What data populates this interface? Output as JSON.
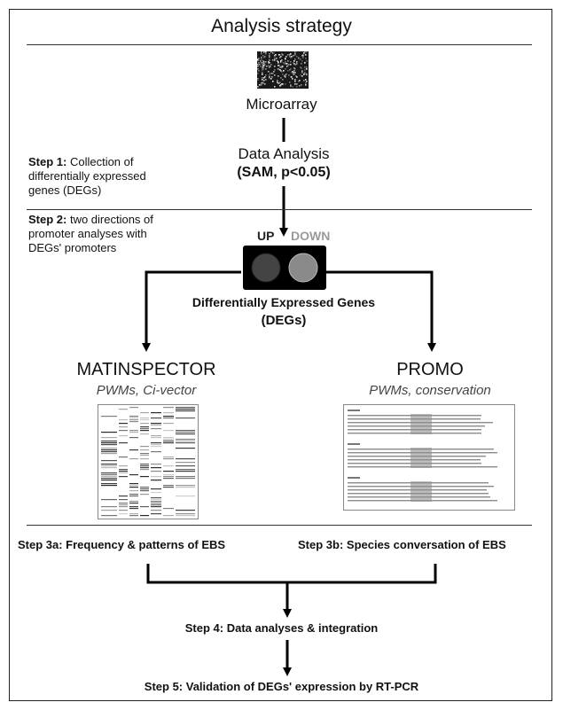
{
  "title": "Analysis strategy",
  "microarray": {
    "label": "Microarray"
  },
  "data_analysis": {
    "label": "Data Analysis",
    "method": "(SAM, p<0.05)"
  },
  "step1": {
    "prefix": "Step 1:",
    "text_line1": " Collection of",
    "text_line2": "differentially expressed",
    "text_line3": "genes (DEGs)"
  },
  "step2": {
    "prefix": "Step 2:",
    "text_line1": " two directions of",
    "text_line2": "promoter analyses with",
    "text_line3": "DEGs' promoters"
  },
  "degs": {
    "up_label": "UP",
    "down_label": "DOWN",
    "caption_line1": "Differentially Expressed Genes",
    "caption_line2": "(DEGs)"
  },
  "left_tool": {
    "name": "MATINSPECTOR",
    "subtitle": "PWMs, Ci-vector"
  },
  "right_tool": {
    "name": "PROMO",
    "subtitle": "PWMs, conservation"
  },
  "step3a": "Step 3a: Frequency & patterns of EBS",
  "step3b": "Step 3b: Species conversation of EBS",
  "step4": "Step 4: Data analyses & integration",
  "step5": "Step 5: Validation of DEGs' expression by RT-PCR",
  "colors": {
    "up_circle": "#444444",
    "down_circle": "#8a8a8a",
    "degs_box": "#000000",
    "down_text": "#9a9a9a"
  }
}
